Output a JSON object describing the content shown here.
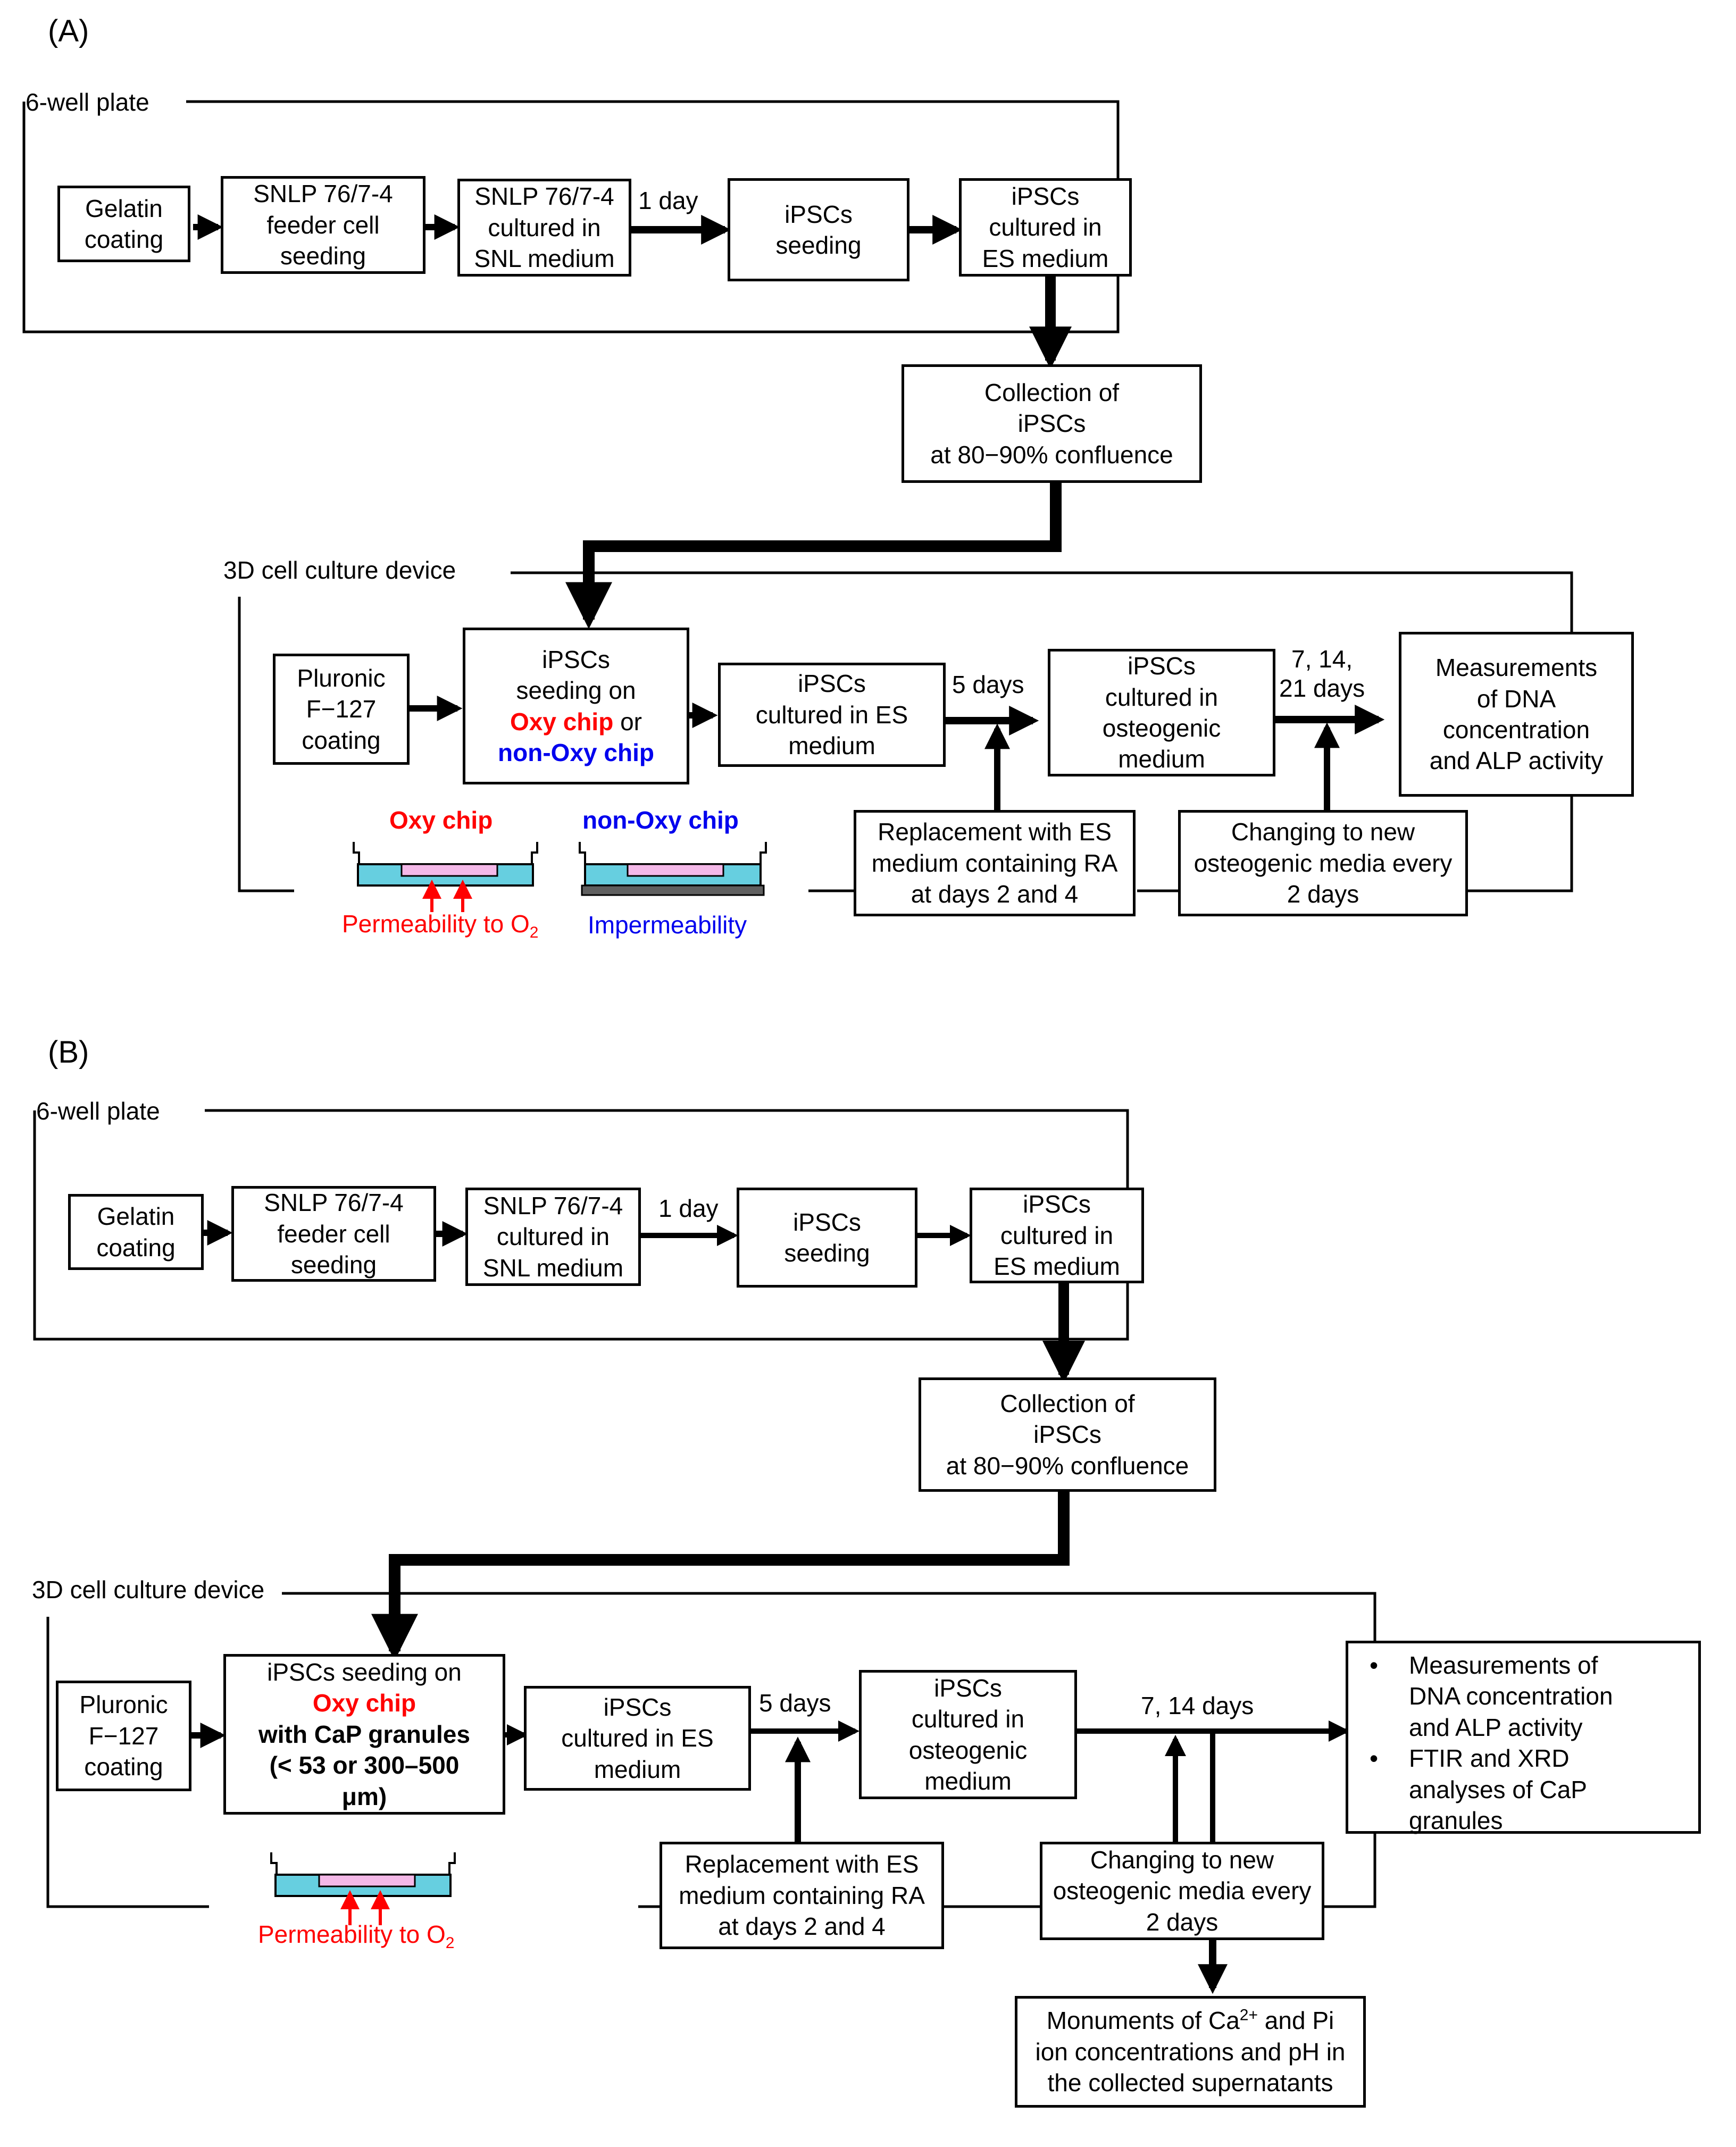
{
  "panel_a": {
    "label": "(A)",
    "group1": "6-well plate",
    "group2": "3D cell culture device",
    "gelatin": "Gelatin\ncoating",
    "snlp_seed": "SNLP 76/7-4\nfeeder cell\nseeding",
    "snlp_cult": "SNLP 76/7-4\ncultured in\nSNL medium",
    "day1": "1 day",
    "ipsc_seed": "iPSCs\nseeding",
    "ipsc_es": "iPSCs\ncultured in\nES medium",
    "collection": "Collection of\niPSCs\nat 80−90% confluence",
    "pluronic": "Pluronic\nF−127\ncoating",
    "seeding_a": "iPSCs\nseeding on",
    "oxy_chip": "Oxy chip",
    "or": " or",
    "nonoxy_chip": "non-Oxy chip",
    "ipsc_es2": "iPSCs\ncultured in ES\nmedium",
    "days5": "5 days",
    "ipsc_osteo": "iPSCs\ncultured in\nosteogenic\nmedium",
    "days_7_14_21": "7, 14,\n21 days",
    "measure": "Measurements\nof DNA\nconcentration\nand ALP activity",
    "replace": "Replacement with ES\nmedium containing RA\nat days 2 and  4",
    "changing": "Changing to new\nosteogenic media every\n2 days",
    "oxy_title": "Oxy chip",
    "nonoxy_title": "non-Oxy chip",
    "perm": "Permeability to O",
    "perm_sub": "2",
    "imperm": "Impermeability"
  },
  "panel_b": {
    "label": "(B)",
    "group1": "6-well plate",
    "group2": "3D cell culture device",
    "gelatin": "Gelatin\ncoating",
    "snlp_seed": "SNLP 76/7-4\nfeeder cell\nseeding",
    "snlp_cult": "SNLP 76/7-4\ncultured in\nSNL medium",
    "day1": "1 day",
    "ipsc_seed": "iPSCs\nseeding",
    "ipsc_es": "iPSCs\ncultured in\nES medium",
    "collection": "Collection of\niPSCs\nat 80−90% confluence",
    "pluronic": "Pluronic\nF−127\ncoating",
    "seeding_b": "iPSCs seeding on",
    "oxy_chip": "Oxy chip",
    "with_cap": "with CaP granules\n(< 53 or 300–500\nμm)",
    "ipsc_es2": "iPSCs\ncultured in ES\nmedium",
    "days5": "5 days",
    "ipsc_osteo": "iPSCs\ncultured in\nosteogenic\nmedium",
    "days_7_14": "7, 14 days",
    "bullet": "•",
    "measure1": "Measurements of\nDNA concentration\nand ALP activity",
    "measure2": "FTIR and XRD\nanalyses of CaP\ngranules",
    "replace": "Replacement with ES\nmedium containing RA\nat days 2 and  4",
    "changing": "Changing to new\nosteogenic media every\n2 days",
    "monuments_pre": "Monuments of Ca",
    "monuments_sup": "2+",
    "monuments_post": " and Pi\nion concentrations and pH in\nthe collected supernatants",
    "perm": "Permeability to O",
    "perm_sub": "2"
  },
  "colors": {
    "red": "#ff0000",
    "blue": "#0000ee",
    "cyan": "#66cfe0",
    "pink": "#f4b8e8",
    "gray": "#606060"
  }
}
